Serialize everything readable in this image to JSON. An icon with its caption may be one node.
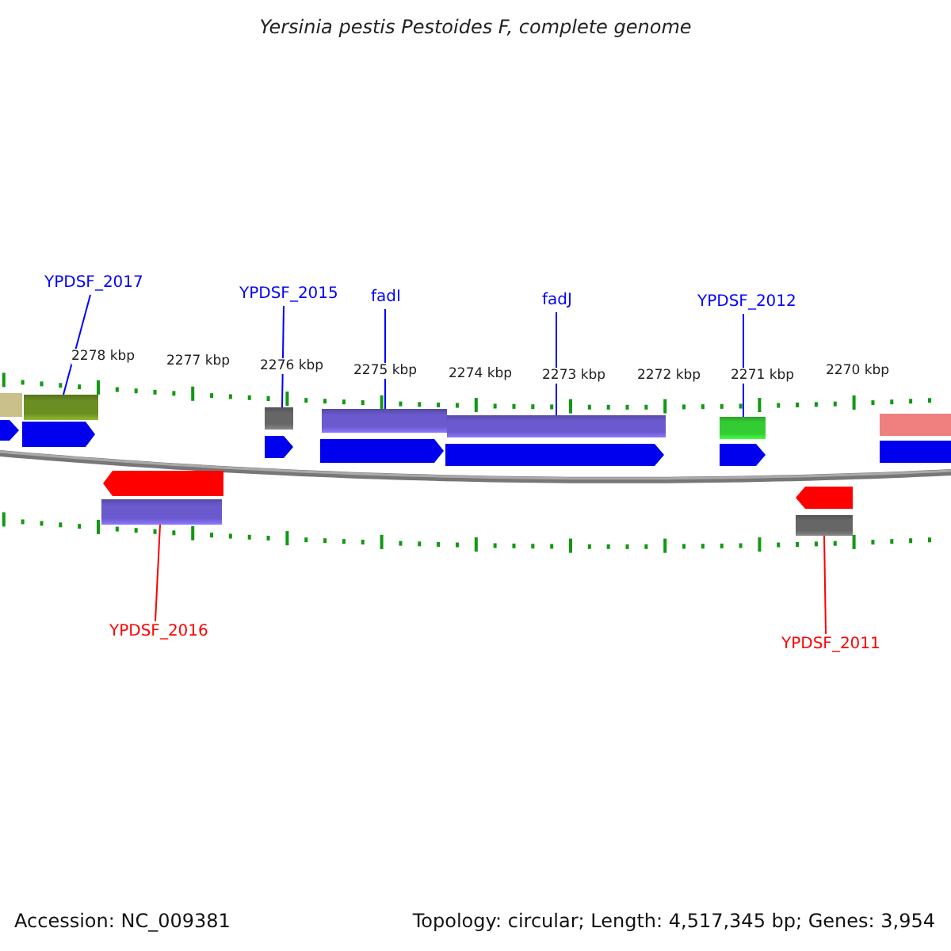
{
  "diagram": {
    "title": "Yersinia pestis Pestoides F, complete genome",
    "nodes": [
      {
        "text": [
          "YPDSF_2017"
        ]
      },
      {
        "text": [
          "YPDSF_2015"
        ]
      },
      {
        "text": [
          "fadI"
        ]
      },
      {
        "text": [
          "fadJ"
        ]
      },
      {
        "text": [
          "YPDSF_2012"
        ]
      },
      {
        "text": [],
        "shape": "bar"
      },
      {
        "text": [],
        "shape": "bar"
      },
      {
        "text": [],
        "shape": "bar"
      },
      {
        "text": [],
        "shape": "bar"
      },
      {
        "text": [],
        "shape": "bar"
      },
      {
        "text": [],
        "shape": "bar"
      },
      {
        "text": [],
        "shape": "bar"
      },
      {
        "text": [
          "YPDSF_2016"
        ]
      },
      {
        "text": [
          "YPDSF_2011"
        ]
      }
    ],
    "edges": [
      {
        "from": 0,
        "to": 5,
        "arrow": "none"
      },
      {
        "from": 1,
        "to": 6,
        "arrow": "none"
      },
      {
        "from": 2,
        "to": 7,
        "arrow": "none"
      },
      {
        "from": 3,
        "to": 8,
        "arrow": "none"
      },
      {
        "from": 4,
        "to": 9,
        "arrow": "none"
      },
      {
        "from": 12,
        "to": 10,
        "arrow": "none",
        "color": "#ff0000"
      },
      {
        "from": 13,
        "to": 11,
        "arrow": "none",
        "color": "#ff0000"
      }
    ],
    "labels": [
      "2278 kbp",
      "2277 kbp",
      "2276 kbp",
      "2275 kbp",
      "2274 kbp",
      "2273 kbp",
      "2272 kbp",
      "2271 kbp",
      "2270 kbp",
      "Accession: NC_009381",
      "Topology: circular; Length: 4,517,345 bp; Genes: 3,954"
    ]
  }
}
